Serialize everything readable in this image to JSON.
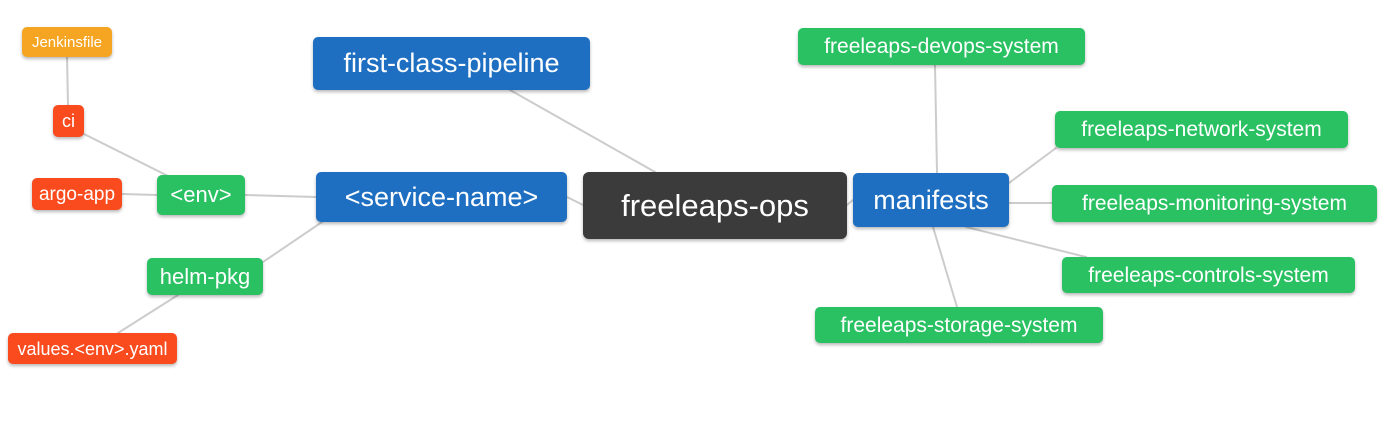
{
  "canvas": {
    "background": "#ffffff"
  },
  "palette": {
    "root_bg": "#3b3b3b",
    "branch_bg": "#1e6fc2",
    "leaf_green_bg": "#29c162",
    "leaf_red_bg": "#f94b1d",
    "leaf_amber_bg": "#f6a522",
    "edge": "#cccccc",
    "node_text": "#ffffff"
  },
  "mindmap": {
    "root_label": "freeleaps-ops",
    "nodes": [
      {
        "id": "freeleaps-ops",
        "label": "freeleaps-ops",
        "role": "root"
      },
      {
        "id": "first-class-pipeline",
        "label": "first-class-pipeline",
        "role": "branch"
      },
      {
        "id": "service-name",
        "label": "<service-name>",
        "role": "branch"
      },
      {
        "id": "manifests",
        "label": "manifests",
        "role": "branch"
      },
      {
        "id": "env",
        "label": "<env>",
        "role": "leaf-green"
      },
      {
        "id": "helm-pkg",
        "label": "helm-pkg",
        "role": "leaf-green"
      },
      {
        "id": "ci",
        "label": "ci",
        "role": "leaf-red"
      },
      {
        "id": "argo-app",
        "label": "argo-app",
        "role": "leaf-red"
      },
      {
        "id": "jenkinsfile",
        "label": "Jenkinsfile",
        "role": "leaf-amber"
      },
      {
        "id": "values-env-yaml",
        "label": "values.<env>.yaml",
        "role": "leaf-red"
      },
      {
        "id": "freeleaps-devops-system",
        "label": "freeleaps-devops-system",
        "role": "leaf-green"
      },
      {
        "id": "freeleaps-network-system",
        "label": "freeleaps-network-system",
        "role": "leaf-green"
      },
      {
        "id": "freeleaps-monitoring-system",
        "label": "freeleaps-monitoring-system",
        "role": "leaf-green"
      },
      {
        "id": "freeleaps-controls-system",
        "label": "freeleaps-controls-system",
        "role": "leaf-green"
      },
      {
        "id": "freeleaps-storage-system",
        "label": "freeleaps-storage-system",
        "role": "leaf-green"
      }
    ],
    "edges": [
      {
        "from": "jenkinsfile",
        "to": "ci"
      },
      {
        "from": "ci",
        "to": "env"
      },
      {
        "from": "argo-app",
        "to": "env"
      },
      {
        "from": "env",
        "to": "service-name"
      },
      {
        "from": "helm-pkg",
        "to": "service-name"
      },
      {
        "from": "values-env-yaml",
        "to": "helm-pkg"
      },
      {
        "from": "first-class-pipeline",
        "to": "freeleaps-ops"
      },
      {
        "from": "service-name",
        "to": "freeleaps-ops"
      },
      {
        "from": "freeleaps-ops",
        "to": "manifests"
      },
      {
        "from": "manifests",
        "to": "freeleaps-devops-system"
      },
      {
        "from": "manifests",
        "to": "freeleaps-network-system"
      },
      {
        "from": "manifests",
        "to": "freeleaps-monitoring-system"
      },
      {
        "from": "manifests",
        "to": "freeleaps-controls-system"
      },
      {
        "from": "manifests",
        "to": "freeleaps-storage-system"
      }
    ]
  }
}
